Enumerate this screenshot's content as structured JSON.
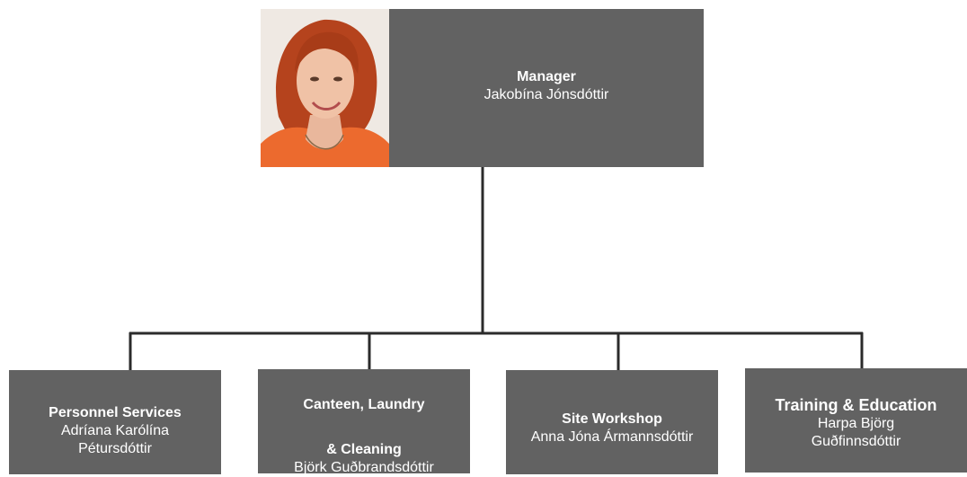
{
  "manager": {
    "role": "Manager",
    "name": "Jakobína Jónsdóttir"
  },
  "departments": [
    {
      "role": "Personnel Services",
      "name_line1": "Adríana Karólína",
      "name_line2": "Pétursdóttir"
    },
    {
      "role_line1": "Canteen, Laundry",
      "role_line2": "& Cleaning",
      "name_line1": "Björk Guðbrandsdóttir"
    },
    {
      "role": "Site Workshop",
      "name_line1": "Anna Jóna Ármannsdóttir"
    },
    {
      "role": "Training & Education",
      "name_line1": "Harpa Björg",
      "name_line2": "Guðfinnsdóttir"
    }
  ],
  "colors": {
    "box": "#626262",
    "text": "#ffffff",
    "line": "#2b2b2b"
  }
}
